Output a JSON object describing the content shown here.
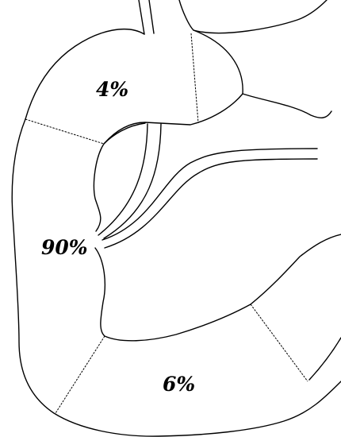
{
  "regions": {
    "upper": {
      "label": "4%"
    },
    "middle": {
      "label": "90%"
    },
    "lower": {
      "label": "6%"
    }
  },
  "colors": {
    "background": "#ffffff",
    "line": "#000000"
  }
}
